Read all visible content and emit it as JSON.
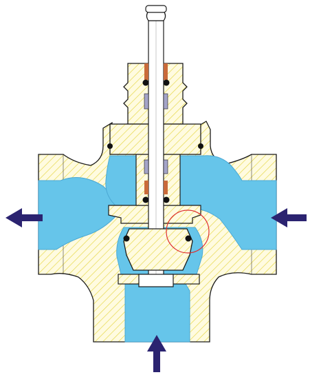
{
  "colors": {
    "background": "#ffffff",
    "fluid": "#66c5ea",
    "fluid_stroke": "#4aa8d4",
    "body_fill": "#fffbe0",
    "hatch": "#e6d84a",
    "outline": "#1a1a1a",
    "arrow": "#2b2370",
    "seal_orange": "#c96a3a",
    "packing_gray": "#a4a4c8",
    "oring": "#111111",
    "highlight_circle": "#dd3030",
    "stem": "#ffffff"
  },
  "diagram": {
    "subject": "three-way-mixing-valve-cross-section",
    "ports": [
      {
        "id": "inlet-right",
        "flow": "in"
      },
      {
        "id": "inlet-bottom",
        "flow": "in"
      },
      {
        "id": "outlet-left",
        "flow": "out"
      }
    ],
    "highlight": "plug-seat-area"
  }
}
